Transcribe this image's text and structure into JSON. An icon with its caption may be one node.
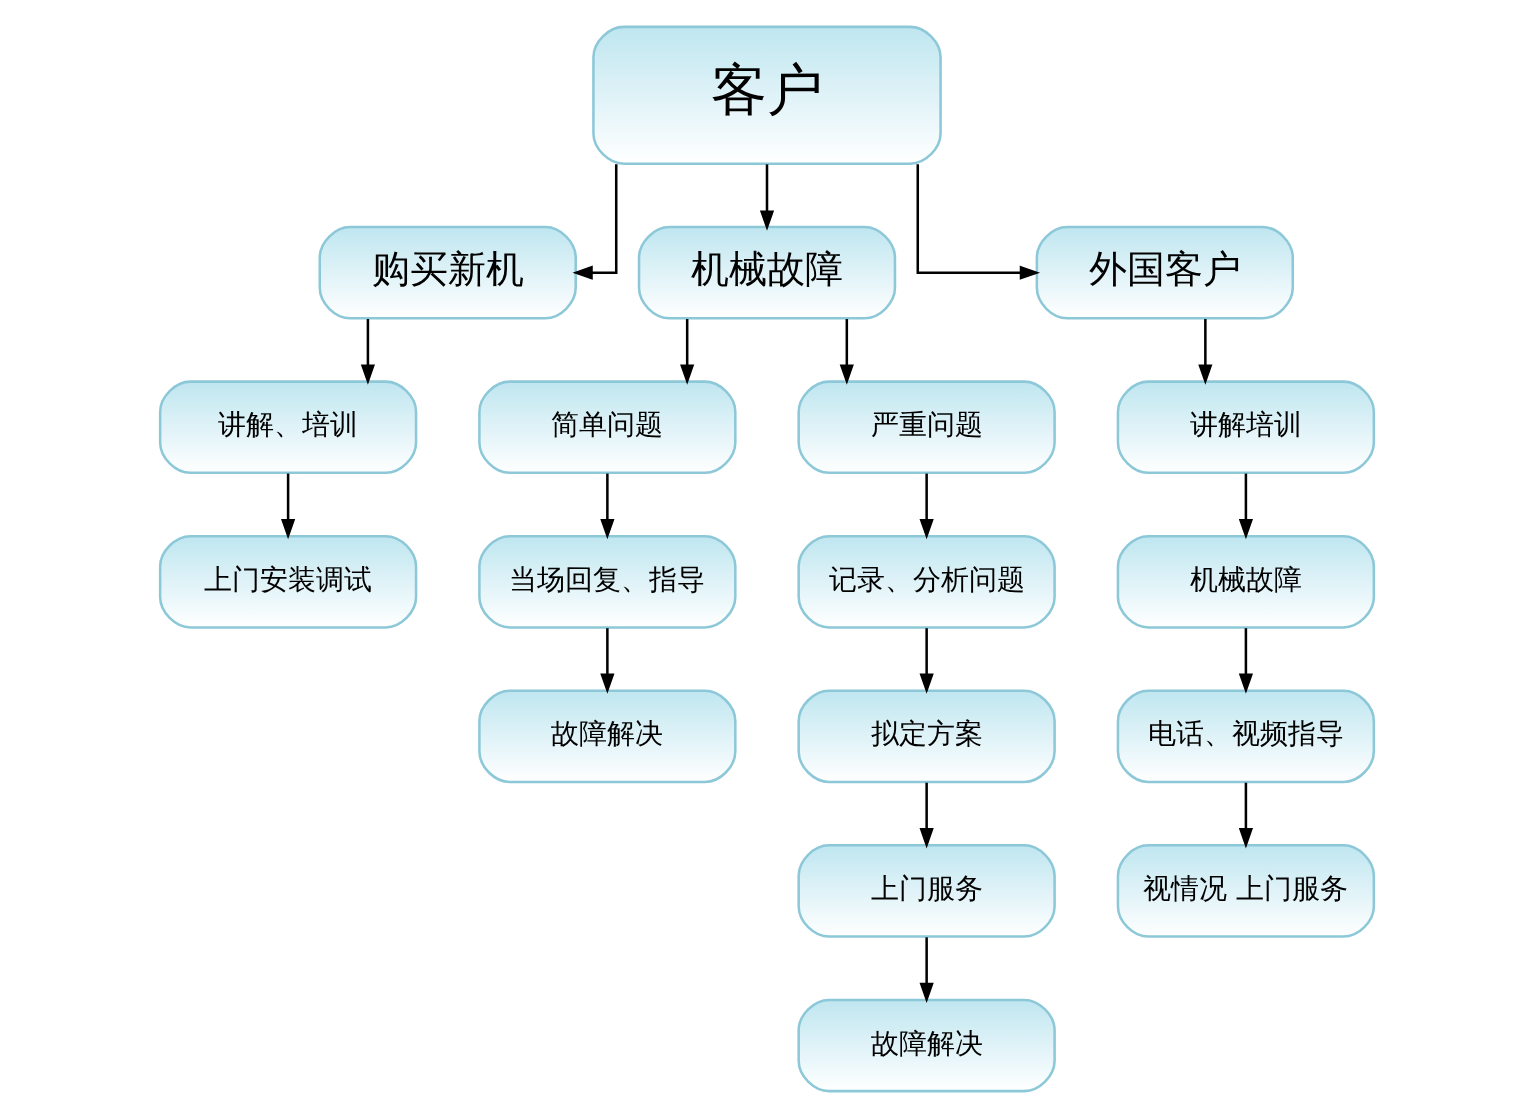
{
  "diagram": {
    "nodes": [
      {
        "text": [
          "客户"
        ]
      },
      {
        "text": [
          "购买新机"
        ]
      },
      {
        "text": [
          "机械故障"
        ]
      },
      {
        "text": [
          "外国客户"
        ]
      },
      {
        "text": [
          "讲解、培训"
        ]
      },
      {
        "text": [
          "上门安装调试"
        ]
      },
      {
        "text": [
          "简单问题"
        ]
      },
      {
        "text": [
          "严重问题"
        ]
      },
      {
        "text": [
          "当场回复、指导"
        ]
      },
      {
        "text": [
          "故障解决"
        ]
      },
      {
        "text": [
          "记录、分析问题"
        ]
      },
      {
        "text": [
          "拟定方案"
        ]
      },
      {
        "text": [
          "上门服务"
        ]
      },
      {
        "text": [
          "故障解决"
        ]
      },
      {
        "text": [
          "讲解培训"
        ]
      },
      {
        "text": [
          "机械故障"
        ]
      },
      {
        "text": [
          "电话、视频指导"
        ]
      },
      {
        "text": [
          "视情况 上门服务"
        ]
      }
    ],
    "edges": [
      {
        "from": 0,
        "to": 1,
        "arrow": "to"
      },
      {
        "from": 0,
        "to": 2,
        "arrow": "to"
      },
      {
        "from": 0,
        "to": 3,
        "arrow": "to"
      },
      {
        "from": 1,
        "to": 4,
        "arrow": "to"
      },
      {
        "from": 4,
        "to": 5,
        "arrow": "to"
      },
      {
        "from": 2,
        "to": 6,
        "arrow": "to"
      },
      {
        "from": 2,
        "to": 7,
        "arrow": "to"
      },
      {
        "from": 6,
        "to": 8,
        "arrow": "to"
      },
      {
        "from": 8,
        "to": 9,
        "arrow": "to"
      },
      {
        "from": 7,
        "to": 10,
        "arrow": "to"
      },
      {
        "from": 10,
        "to": 11,
        "arrow": "to"
      },
      {
        "from": 11,
        "to": 12,
        "arrow": "to"
      },
      {
        "from": 12,
        "to": 13,
        "arrow": "to"
      },
      {
        "from": 3,
        "to": 14,
        "arrow": "to"
      },
      {
        "from": 14,
        "to": 15,
        "arrow": "to"
      },
      {
        "from": 15,
        "to": 16,
        "arrow": "to"
      },
      {
        "from": 16,
        "to": 17,
        "arrow": "to"
      }
    ]
  }
}
